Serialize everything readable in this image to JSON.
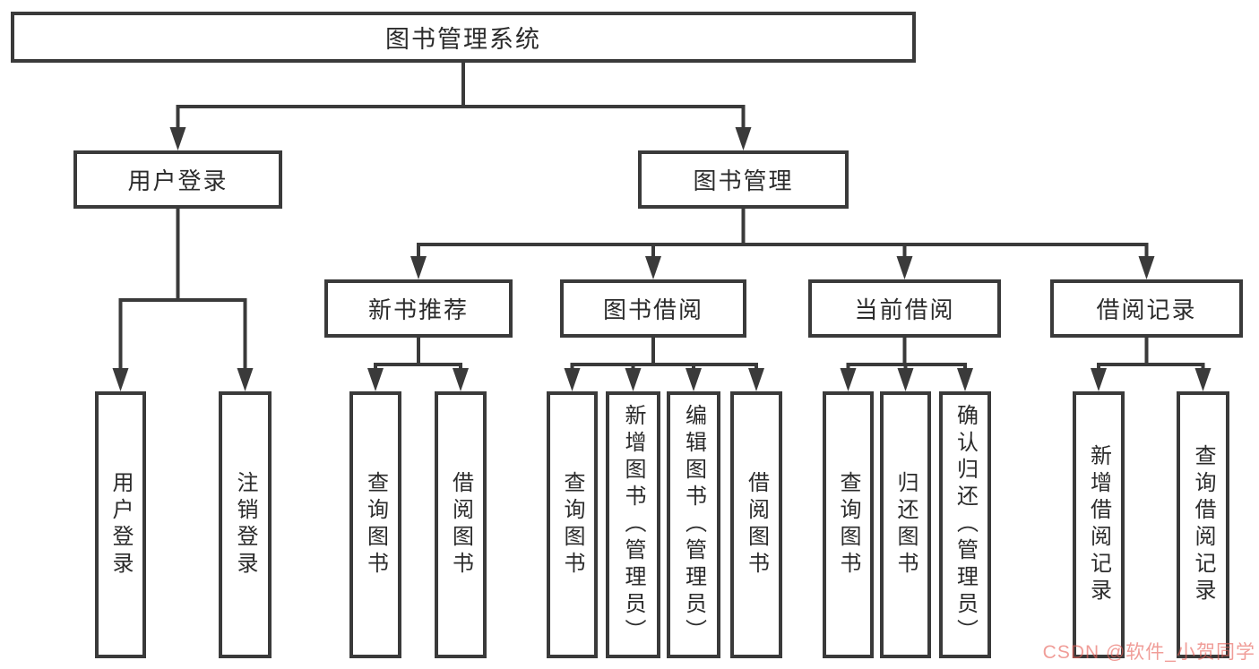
{
  "diagram": {
    "colors": {
      "line": "#3a3a3a",
      "box_border": "#3a3a3a",
      "box_background": "#ffffff",
      "text": "#2b2b2b",
      "watermark": "#e76159"
    },
    "watermark": "CSDN @软件_小贺同学",
    "nodes": {
      "root": {
        "label": "图书管理系统"
      },
      "userLogin": {
        "label": "用户登录"
      },
      "bookMgmt": {
        "label": "图书管理"
      },
      "newBookRec": {
        "label": "新书推荐"
      },
      "bookBorrow": {
        "label": "图书借阅"
      },
      "currentBorrow": {
        "label": "当前借阅"
      },
      "borrowRecords": {
        "label": "借阅记录"
      },
      "loginLeaf": {
        "label": "用户登录"
      },
      "logoutLeaf": {
        "label": "注销登录"
      },
      "recQueryBooks": {
        "label": "查询图书"
      },
      "recBorrowBooks": {
        "label": "借阅图书"
      },
      "borQueryBooks": {
        "label": "查询图书"
      },
      "borAddBooks": {
        "label": "新增图书（管理员）"
      },
      "borEditBooks": {
        "label": "编辑图书（管理员）"
      },
      "borBorrowBooks": {
        "label": "借阅图书"
      },
      "curQueryBooks": {
        "label": "查询图书"
      },
      "curReturnBooks": {
        "label": "归还图书"
      },
      "curConfirmReturn": {
        "label": "确认归还（管理员）"
      },
      "addBorrowRecord": {
        "label": "新增借阅记录"
      },
      "queryBorrowRecord": {
        "label": "查询借阅记录"
      }
    },
    "edges": [
      {
        "from": "root",
        "to": [
          "userLogin",
          "bookMgmt"
        ]
      },
      {
        "from": "userLogin",
        "to": [
          "loginLeaf",
          "logoutLeaf"
        ]
      },
      {
        "from": "bookMgmt",
        "to": [
          "newBookRec",
          "bookBorrow",
          "currentBorrow",
          "borrowRecords"
        ]
      },
      {
        "from": "newBookRec",
        "to": [
          "recQueryBooks",
          "recBorrowBooks"
        ]
      },
      {
        "from": "bookBorrow",
        "to": [
          "borQueryBooks",
          "borAddBooks",
          "borEditBooks",
          "borBorrowBooks"
        ]
      },
      {
        "from": "currentBorrow",
        "to": [
          "curQueryBooks",
          "curReturnBooks",
          "curConfirmReturn"
        ]
      },
      {
        "from": "borrowRecords",
        "to": [
          "addBorrowRecord",
          "queryBorrowRecord"
        ]
      }
    ]
  }
}
